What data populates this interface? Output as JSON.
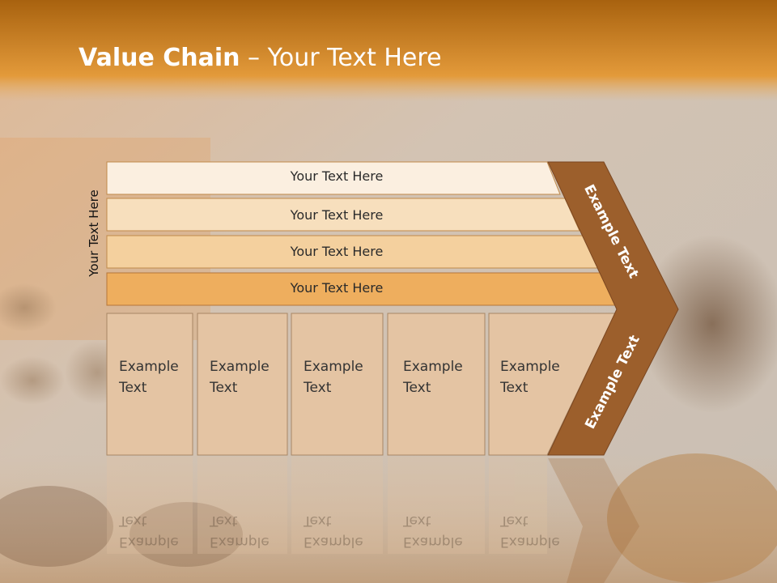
{
  "slide": {
    "title_bold": "Value Chain",
    "title_rest": " – Your Text Here",
    "side_label": "Your Text Here"
  },
  "bands": [
    {
      "label": "Your Text Here"
    },
    {
      "label": "Your Text Here"
    },
    {
      "label": "Your Text Here"
    },
    {
      "label": "Your Text Here"
    }
  ],
  "columns": [
    {
      "line1": "Example",
      "line2": "Text"
    },
    {
      "line1": "Example",
      "line2": "Text"
    },
    {
      "line1": "Example",
      "line2": "Text"
    },
    {
      "line1": "Example",
      "line2": "Text"
    },
    {
      "line1": "Example",
      "line2": "Text"
    }
  ],
  "chevron": {
    "upper_label": "Example Text",
    "lower_label": "Example Text"
  },
  "colors": {
    "header": "#d88a2a",
    "band1": "#fbefe0",
    "band2": "#f7dfbd",
    "band3": "#f4d09e",
    "band4": "#eeae5e",
    "column": "#e4c4a3",
    "chevron": "#9c5f2c"
  }
}
